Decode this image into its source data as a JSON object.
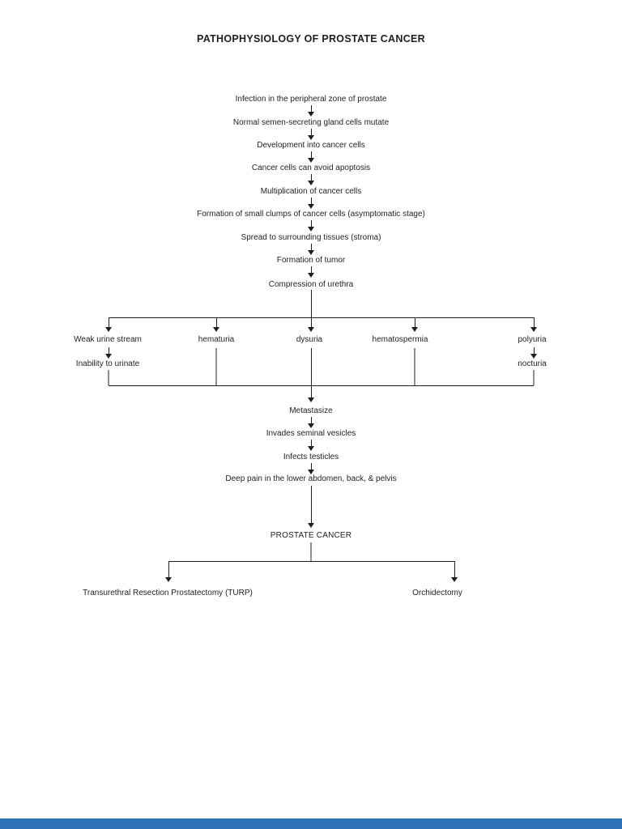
{
  "page": {
    "title": "PATHOPHYSIOLOGY OF PROSTATE CANCER"
  },
  "flowchart": {
    "main_chain": [
      "Infection in the peripheral zone of prostate",
      "Normal semen-secreting gland cells mutate",
      "Development into cancer cells",
      "Cancer cells can avoid apoptosis",
      "Multiplication of cancer cells",
      "Formation of small clumps of cancer cells (asymptomatic stage)",
      "Spread to surrounding tissues (stroma)",
      "Formation of tumor",
      "Compression of urethra"
    ],
    "symptoms": [
      {
        "label": "Weak urine stream",
        "sub": "Inability to urinate"
      },
      {
        "label": "hematuria",
        "sub": ""
      },
      {
        "label": "dysuria",
        "sub": ""
      },
      {
        "label": "hematospermia",
        "sub": ""
      },
      {
        "label": "polyuria",
        "sub": "nocturia"
      }
    ],
    "progression_chain": [
      "Metastasize",
      "Invades seminal vesicles",
      "Infects testicles",
      "Deep pain in the lower abdomen, back, & pelvis"
    ],
    "diagnosis": "PROSTATE CANCER",
    "treatments": [
      "Transurethral Resection Prostatectomy (TURP)",
      "Orchidectomy"
    ]
  },
  "colors": {
    "background": "#ffffff",
    "text": "#1f1f1f",
    "line": "#1f1f1f",
    "scrollbar": "#2d71b8"
  }
}
